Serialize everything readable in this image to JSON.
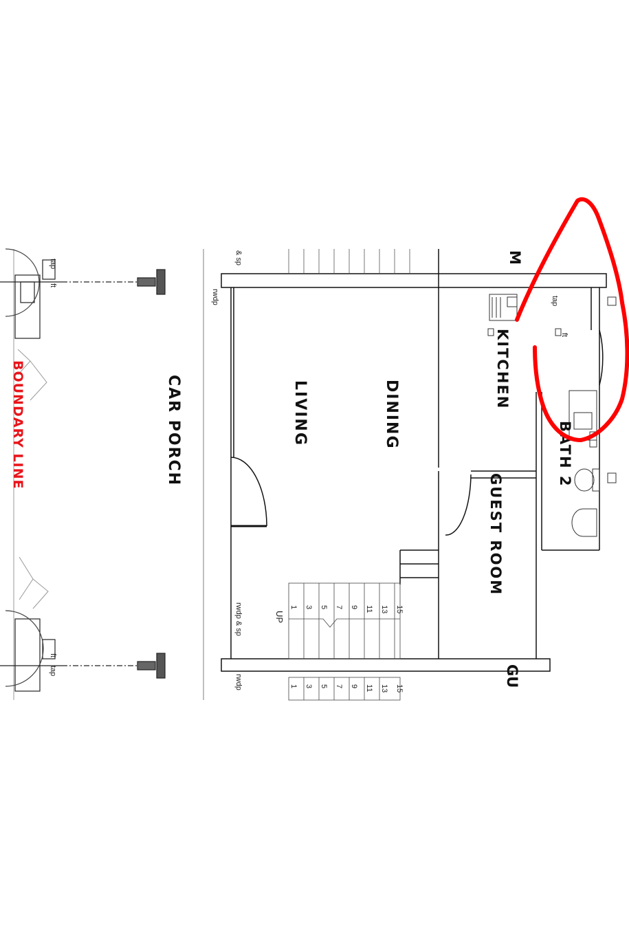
{
  "rooms": {
    "car_porch": "CAR PORCH",
    "living": "LIVING",
    "dining": "DINING",
    "kitchen": "KITCHEN",
    "guest_room": "GUEST ROOM",
    "bath": "BATH 2",
    "cut_left": "M",
    "cut_right": "GU"
  },
  "boundary": {
    "label": "BOUNDARY LINE",
    "color": "#e8151b"
  },
  "fixtures": {
    "tap": "tap",
    "ft": "ft",
    "rwdp": "rwdp",
    "rwdp_sp": "rwdp & sp",
    "sp": "& sp",
    "up": "UP"
  },
  "stair_numbers": [
    "15",
    "13",
    "11",
    "9",
    "7",
    "5",
    "3",
    "1"
  ],
  "annotation": {
    "color": "#ff0000"
  }
}
